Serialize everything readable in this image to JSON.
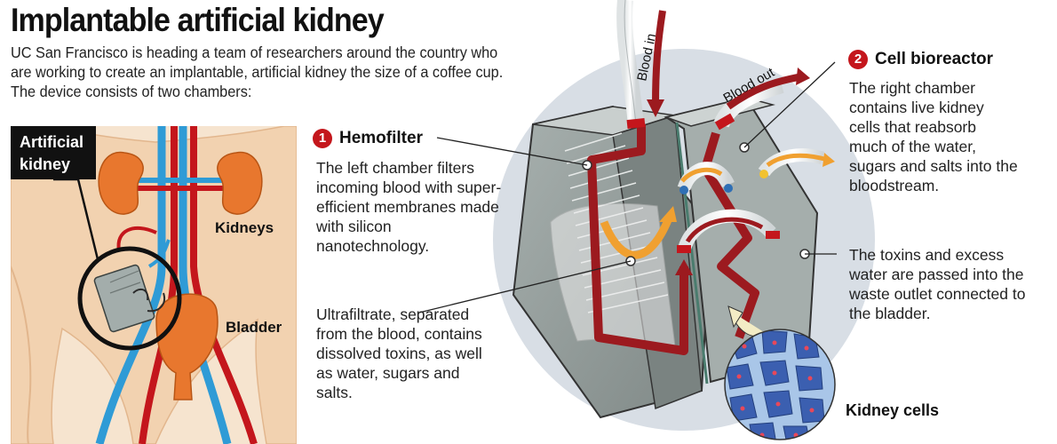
{
  "title": "Implantable artificial kidney",
  "intro": "UC San Francisco is heading a team of researchers around the country who are working to create an implantable, artificial kidney the size of a coffee cup. The device consists of two chambers:",
  "body_panel": {
    "device_label": "Artificial kidney",
    "kidneys_label": "Kidneys",
    "bladder_label": "Bladder"
  },
  "device": {
    "blood_in_label": "Blood in",
    "blood_out_label": "Blood out",
    "kidney_cells_label": "Kidney cells"
  },
  "hemofilter": {
    "number": "1",
    "title": "Hemofilter",
    "description": "The left chamber filters incoming blood with super-efficient membranes made with silicon nanotechnology."
  },
  "ultrafiltrate": {
    "description": "Ultrafiltrate, separated from the blood, contains dissolved toxins, as well as water, sugars and salts."
  },
  "bioreactor": {
    "number": "2",
    "title": "Cell bioreactor",
    "description": "The right chamber contains live kidney cells that reabsorb much of the water, sugars and salts into the bloodstream."
  },
  "waste": {
    "description": "The toxins and excess water are passed into the waste outlet connected to the bladder."
  },
  "colors": {
    "artery_red": "#c4161c",
    "vein_blue": "#2f9bd6",
    "organ_orange": "#e8772e",
    "skin": "#f6dcc0",
    "device_gray": "#9aa5a3",
    "badge_red": "#c4161c"
  }
}
